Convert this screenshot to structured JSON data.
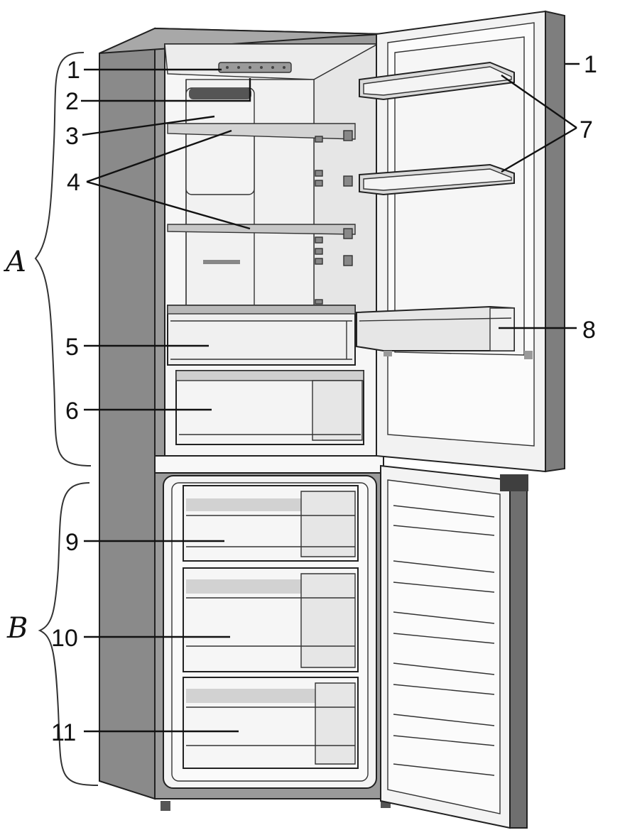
{
  "sections": [
    {
      "id": "A",
      "label": "A",
      "description": ""
    },
    {
      "id": "B",
      "label": "B",
      "description": ""
    }
  ],
  "callouts": [
    {
      "num": "1",
      "part": ""
    },
    {
      "num": "1",
      "part": ""
    },
    {
      "num": "2",
      "part": ""
    },
    {
      "num": "3",
      "part": ""
    },
    {
      "num": "4",
      "part": ""
    },
    {
      "num": "5",
      "part": ""
    },
    {
      "num": "6",
      "part": ""
    },
    {
      "num": "7",
      "part": ""
    },
    {
      "num": "8",
      "part": ""
    },
    {
      "num": "9",
      "part": ""
    },
    {
      "num": "10",
      "part": ""
    },
    {
      "num": "11",
      "part": ""
    }
  ],
  "colors": {
    "cabinet": "#8c8c8c",
    "cabinet_dark": "#6e6e6e",
    "interior": "#f7f7f7",
    "interior_shade": "#e4e4e4",
    "shelf": "#bdbdbd",
    "gasket": "#5a5a5a"
  }
}
